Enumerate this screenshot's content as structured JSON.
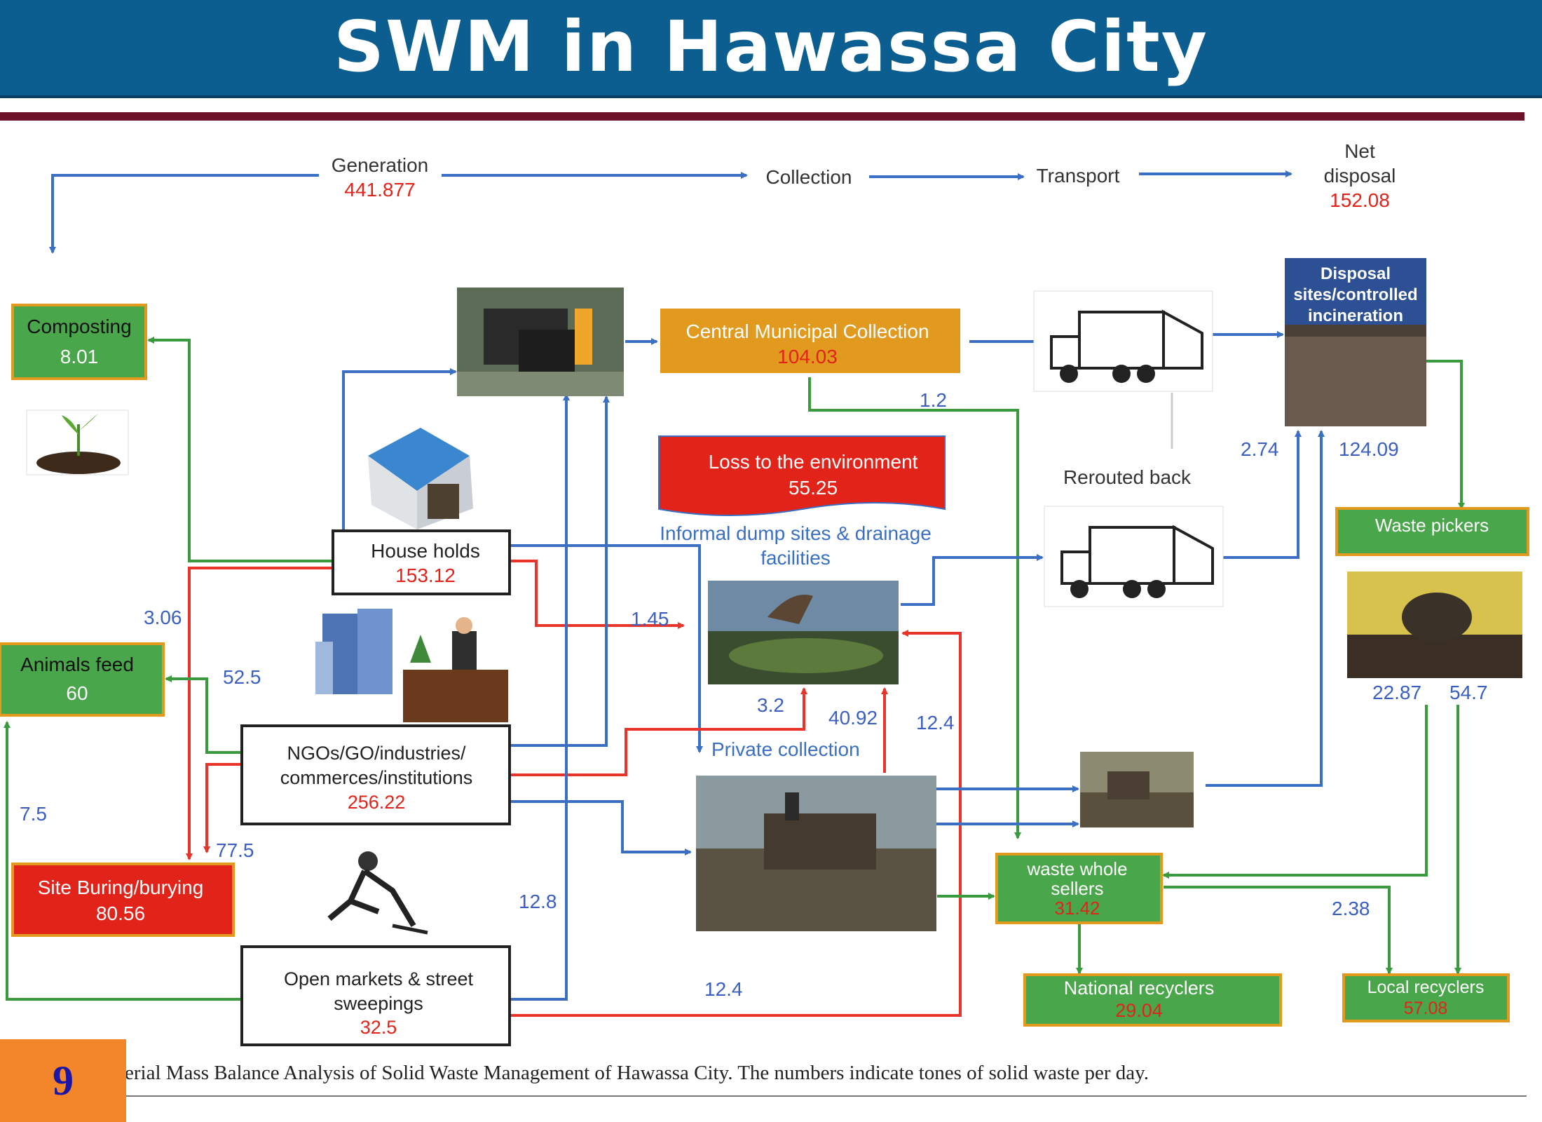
{
  "slide": {
    "title": "SWM in Hawassa City",
    "page_number": "9",
    "caption": "erial Mass Balance Analysis of Solid Waste Management of Hawassa City. The numbers indicate tones of solid waste per day."
  },
  "stages": {
    "generation": {
      "label": "Generation",
      "value": "441.877"
    },
    "collection": "Collection",
    "transport": "Transport",
    "net_disposal": {
      "line1": "Net",
      "line2": "disposal",
      "value": "152.08"
    }
  },
  "nodes": {
    "composting": {
      "label": "Composting",
      "value": "8.01"
    },
    "animals_feed": {
      "label": "Animals feed",
      "value": "60"
    },
    "site_burning": {
      "label": "Site Buring/burying",
      "value": "80.56"
    },
    "households": {
      "label": "House holds",
      "value": "153.12"
    },
    "ngos": {
      "line1": "NGOs/GO/industries/",
      "line2": "commerces/institutions",
      "value": "256.22"
    },
    "open_markets": {
      "line1": "Open markets & street",
      "line2": "sweepings",
      "value": "32.5"
    },
    "central_collection": {
      "label": "Central Municipal Collection",
      "value": "104.03"
    },
    "loss_env": {
      "label": "Loss to the environment",
      "value": "55.25"
    },
    "informal_dump": {
      "line1": "Informal dump sites & drainage",
      "line2": "facilities"
    },
    "private_collection": "Private collection",
    "rerouted_back": "Rerouted back",
    "disposal_sites": {
      "line1": "Disposal",
      "line2": "sites/controlled",
      "line3": "incineration"
    },
    "waste_pickers": "Waste pickers",
    "waste_wholesellers": {
      "line1": "waste whole",
      "line2": "sellers",
      "value": "31.42"
    },
    "national_recyclers": {
      "label": "National recyclers",
      "value": "29.04"
    },
    "local_recyclers": {
      "label": "Local recyclers",
      "value": "57.08"
    }
  },
  "flows": {
    "f1": "1.2",
    "f2": "2.74",
    "f3": "124.09",
    "f4": "3.06",
    "f5": "52.5",
    "f6": "1.45",
    "f7": "7.5",
    "f8": "77.5",
    "f9": "3.2",
    "f10": "40.92",
    "f11": "12.4",
    "f12": "12.8",
    "f13": "12.4",
    "f14": "22.87",
    "f15": "54.7",
    "f16": "2.38"
  },
  "colors": {
    "blue": "#3a6fc4",
    "green": "#3a9a3e",
    "red": "#e8342b",
    "box_green": "#4aa64a",
    "box_orange": "#e19a1d",
    "box_red": "#e2231a",
    "value_red": "#e2231a",
    "flow_blue": "#3a5fc0",
    "title_bar": "#0b5e8f",
    "rule": "#6b1228",
    "page_badge": "#f3862a"
  }
}
